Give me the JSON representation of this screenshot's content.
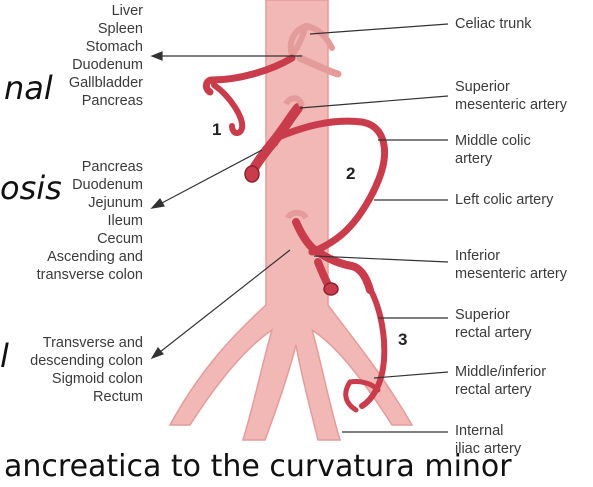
{
  "diagram": {
    "colors": {
      "vessel_fill": "#f2b8b5",
      "vessel_outline": "#e39c99",
      "artery": "#c83c4c",
      "artery_outline": "#8e2232",
      "leader_line": "#333333"
    },
    "left_labels": {
      "celiac_organs": [
        "Liver",
        "Spleen",
        "Stomach",
        "Duodenum",
        "Gallbladder",
        "Pancreas"
      ],
      "sma_organs": [
        "Pancreas",
        "Duodenum",
        "Jejunum",
        "Ileum",
        "Cecum",
        "Ascending and",
        "transverse colon"
      ],
      "ima_organs": [
        "Transverse and",
        "descending colon",
        "Sigmoid colon",
        "Rectum"
      ]
    },
    "right_labels": {
      "celiac_trunk": [
        "Celiac trunk"
      ],
      "superior_mesenteric_artery": [
        "Superior",
        "mesenteric artery"
      ],
      "middle_colic_artery": [
        "Middle colic",
        "artery"
      ],
      "left_colic_artery": [
        "Left colic artery"
      ],
      "inferior_mesenteric_artery": [
        "Inferior",
        "mesenteric artery"
      ],
      "superior_rectal_artery": [
        "Superior",
        "rectal artery"
      ],
      "middle_inferior_rectal_artery": [
        "Middle/inferior",
        "rectal artery"
      ],
      "internal_iliac_artery": [
        "Internal",
        "iliac artery"
      ]
    },
    "anastomosis_numbers": [
      "1",
      "2",
      "3"
    ],
    "background_fragments": {
      "frag1": "nal",
      "frag2": "osis",
      "frag3": "l",
      "bottom": "ancreatica to the curvatura minor"
    }
  }
}
